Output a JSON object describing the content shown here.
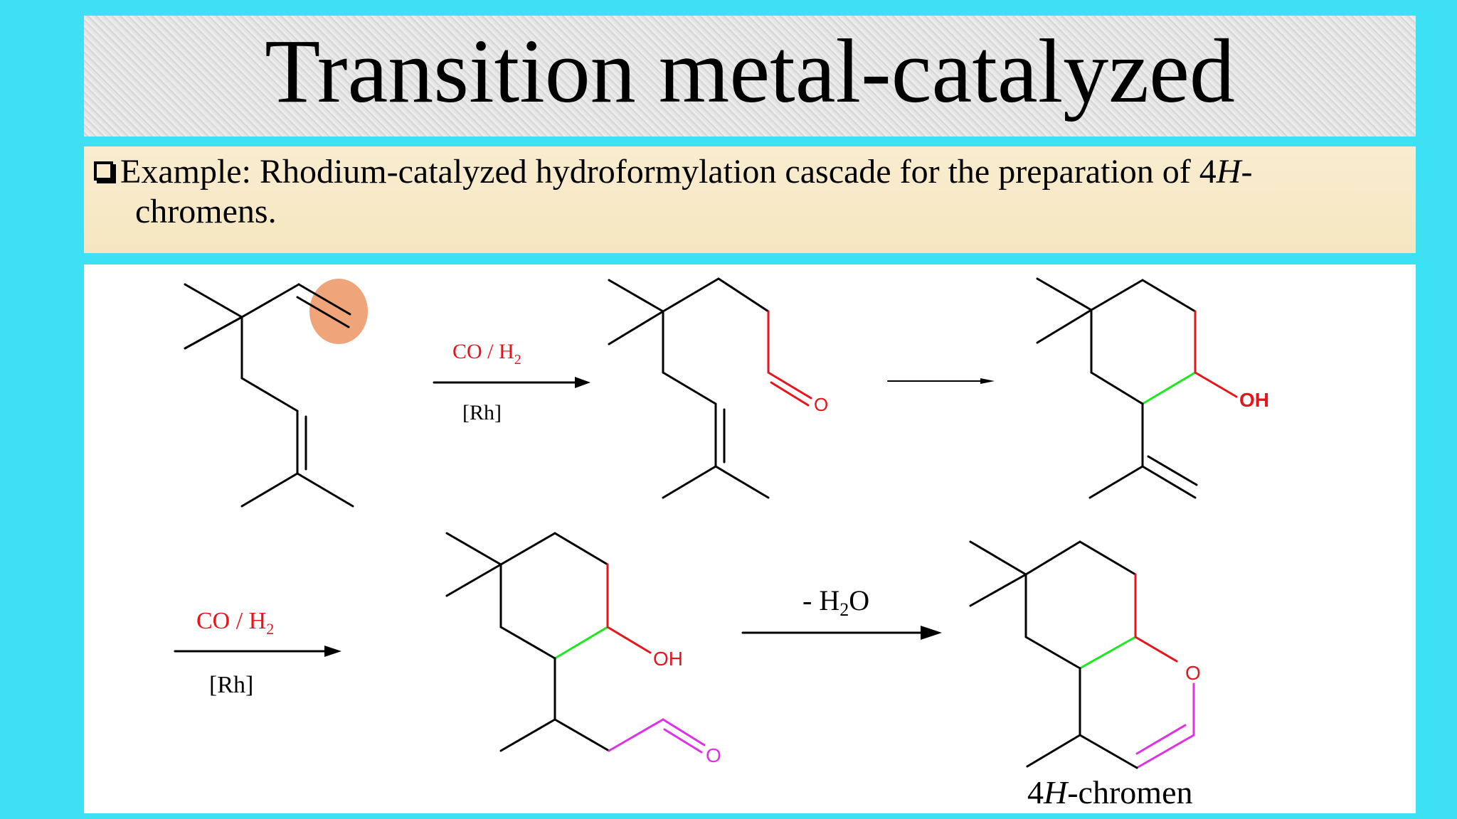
{
  "title": "Transition metal-catalyzed",
  "example": {
    "line1": "Example: Rhodium-catalyzed hydroformylation cascade for the preparation of 4",
    "italic_h": "H",
    "line1_tail": "-",
    "line2": "chromens."
  },
  "scheme": {
    "reagents_1": {
      "top": "CO / H",
      "sub": "2",
      "bottom": "[Rh]"
    },
    "reagents_2": {
      "top": "CO / H",
      "sub": "2",
      "bottom": "[Rh]"
    },
    "elimination": {
      "prefix": "- H",
      "sub": "2",
      "suffix": "O"
    },
    "atom_O_aldehyde_1": "O",
    "atom_OH_bold": "OH",
    "atom_OH": "OH",
    "atom_O_aldehyde_2": "O",
    "atom_O_ring": "O",
    "product_prefix": "4",
    "product_italic": "H",
    "product_suffix": "-chromen"
  },
  "colors": {
    "background": "#3ee0f4",
    "red": "#e8141b",
    "green": "#1ee81e",
    "magenta": "#e030e6",
    "highlight": "#f0a47a"
  }
}
